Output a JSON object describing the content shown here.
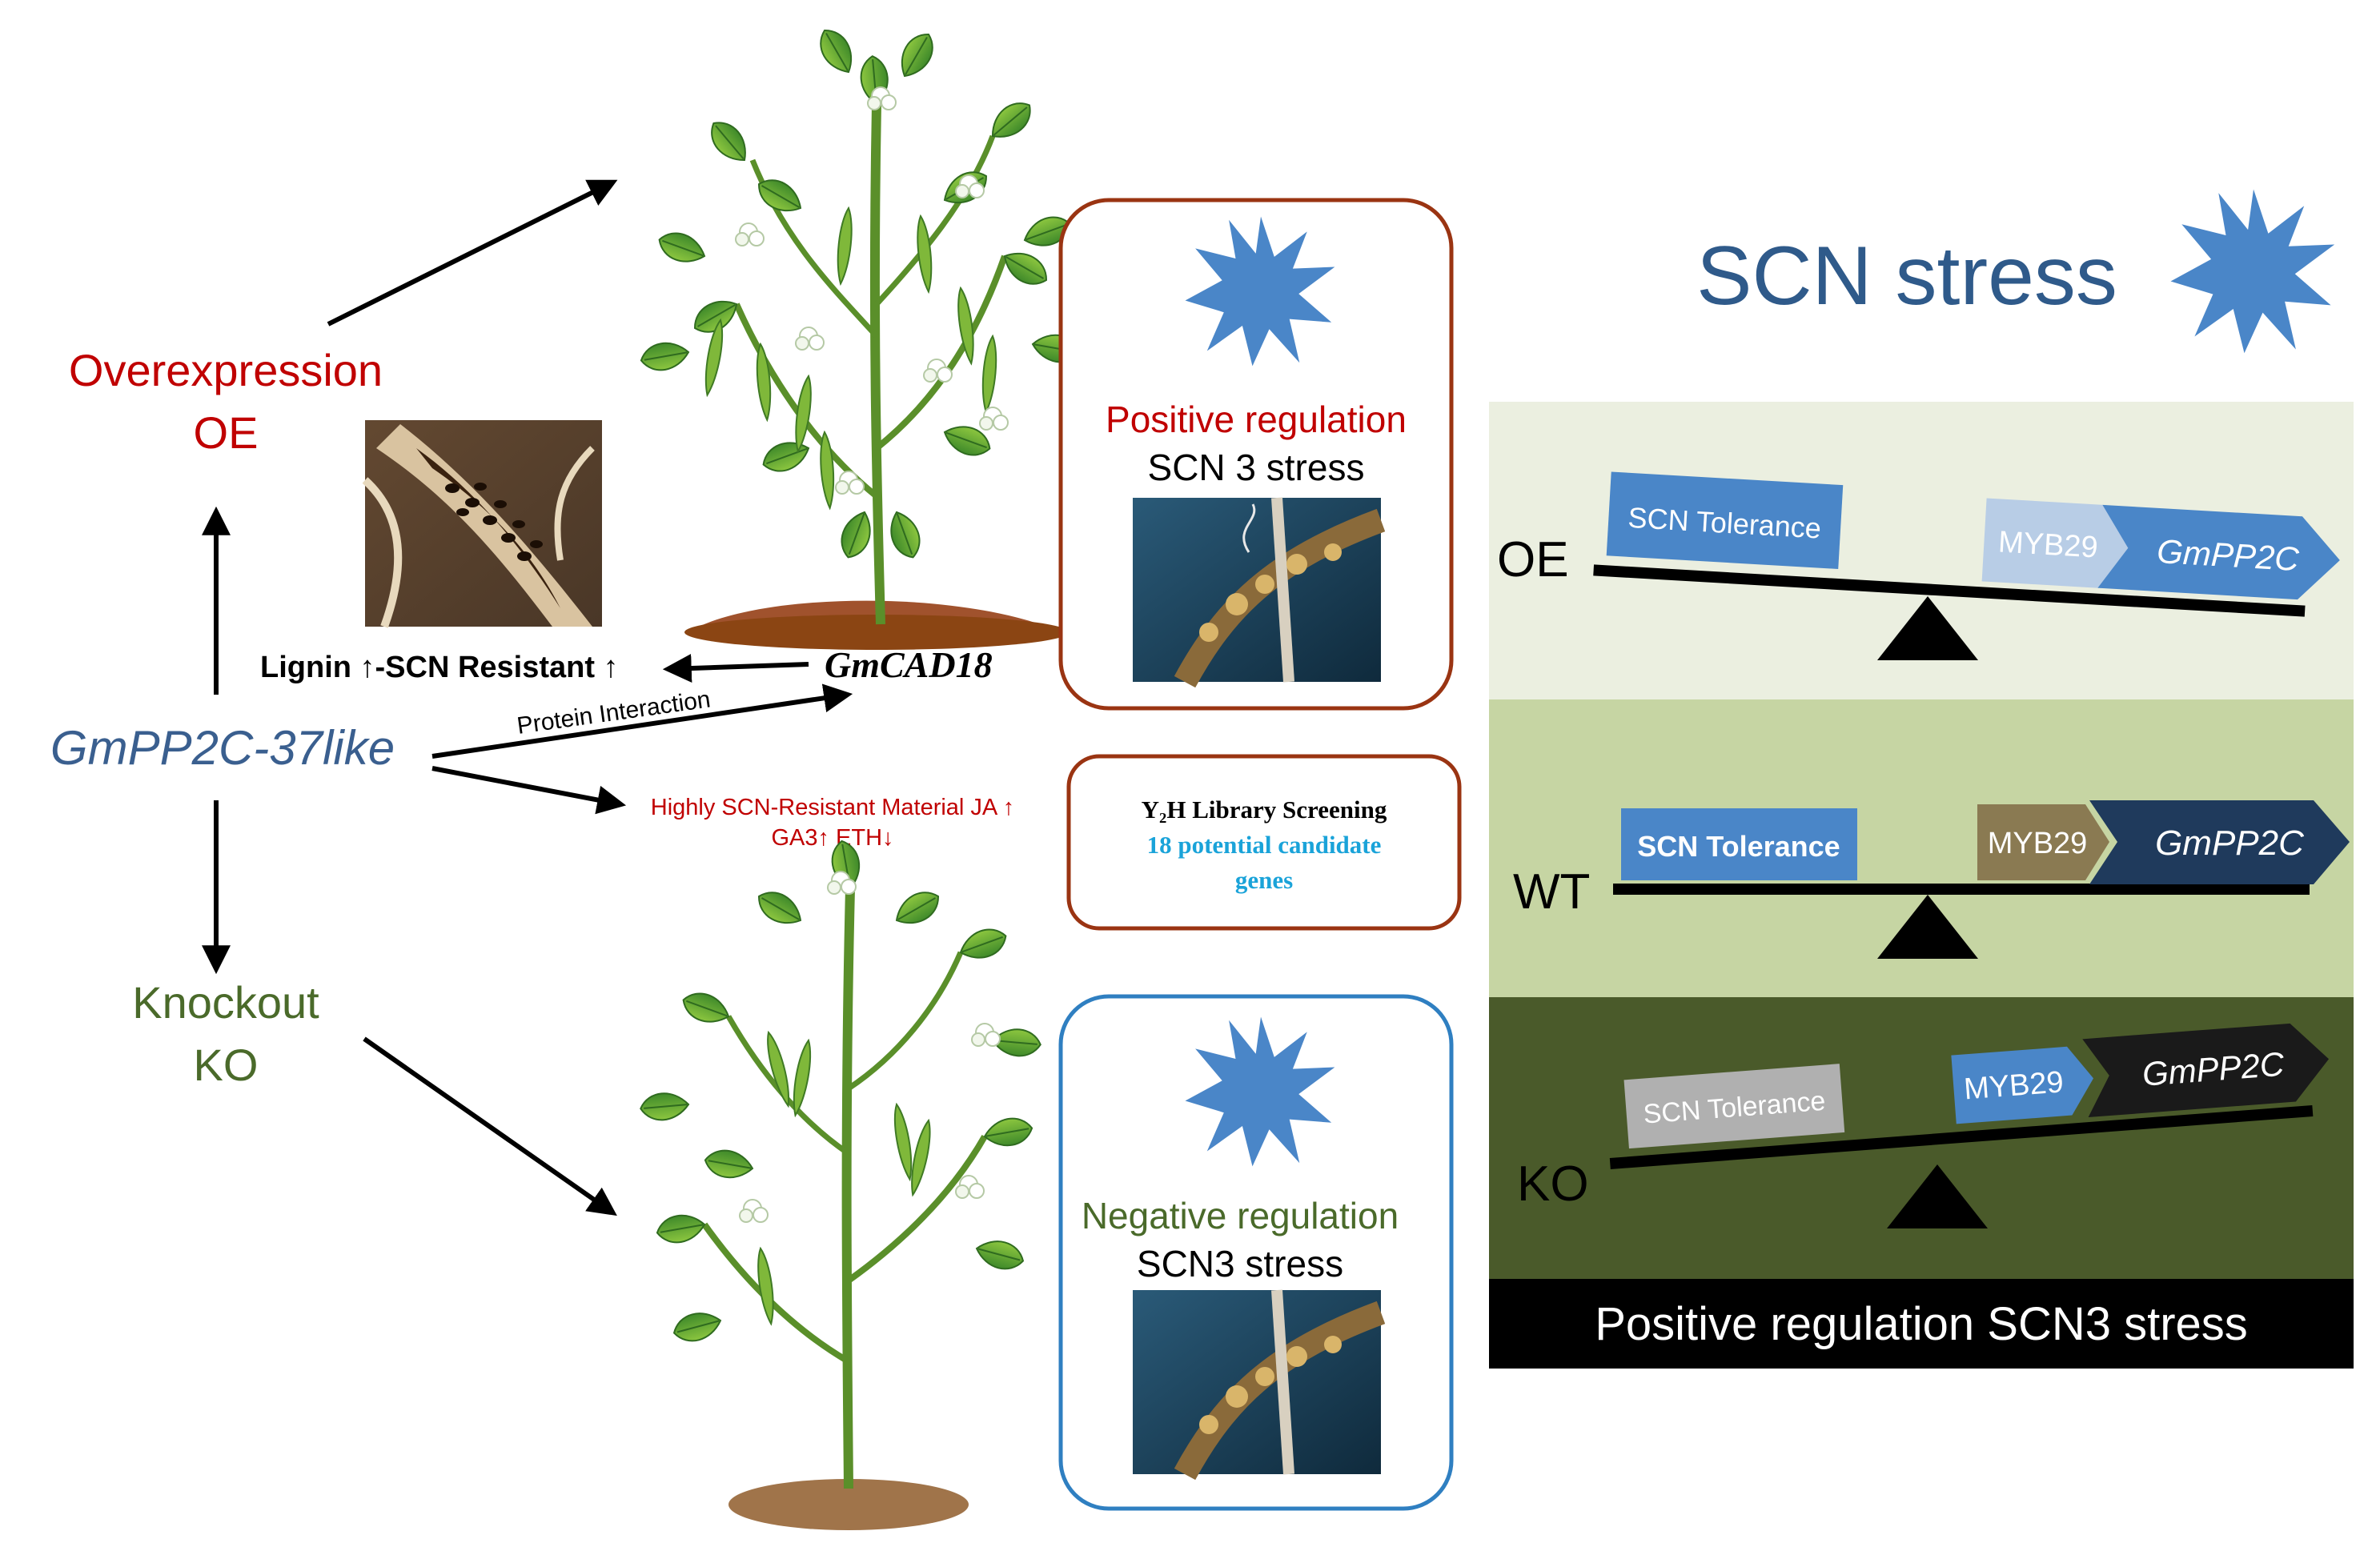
{
  "labels": {
    "overexpression": "Overexpression",
    "oe": "OE",
    "knockout": "Knockout",
    "ko": "KO",
    "gene": "GmPP2C-37like",
    "lignin": "Lignin ↑-SCN Resistant ↑",
    "gmcad18": "GmCAD18",
    "protein_interaction": "Protein Interaction",
    "hormone_line1": "Highly SCN-Resistant Material JA ↑",
    "hormone_line2": "GA3↑ ETH↓"
  },
  "boxes": {
    "positive": {
      "line1": "Positive regulation",
      "line2": "SCN 3 stress"
    },
    "y2h": {
      "line1": "Y₂H Library Screening",
      "line2": "18 potential candidate",
      "line3": "genes"
    },
    "negative": {
      "line1": "Negative regulation",
      "line2": "SCN3 stress"
    }
  },
  "panel": {
    "title": "SCN stress",
    "rows": [
      {
        "label": "OE",
        "tolerance": "SCN Tolerance",
        "myb": "MYB29",
        "gene": "GmPP2C"
      },
      {
        "label": "WT",
        "tolerance": "SCN Tolerance",
        "myb": "MYB29",
        "gene": "GmPP2C"
      },
      {
        "label": "KO",
        "tolerance": "SCN Tolerance",
        "myb": "MYB29",
        "gene": "GmPP2C"
      }
    ],
    "footer": "Positive regulation SCN3 stress"
  },
  "colors": {
    "red": "#c00000",
    "green_text": "#4a6a2a",
    "gene_blue": "#3a5f8f",
    "cyan": "#1aa3d9",
    "starburst": "#4a86c8",
    "box_brown": "#9a3412",
    "box_blue": "#2f7fc1",
    "row_oe": "#ebefe0",
    "row_wt": "#c6d5a3",
    "row_ko": "#4a5a2a"
  },
  "icons": [
    "starburst-icon",
    "soybean-plant-icon",
    "root-cross-section-icon",
    "nematode-root-icon",
    "fulcrum-icon"
  ]
}
